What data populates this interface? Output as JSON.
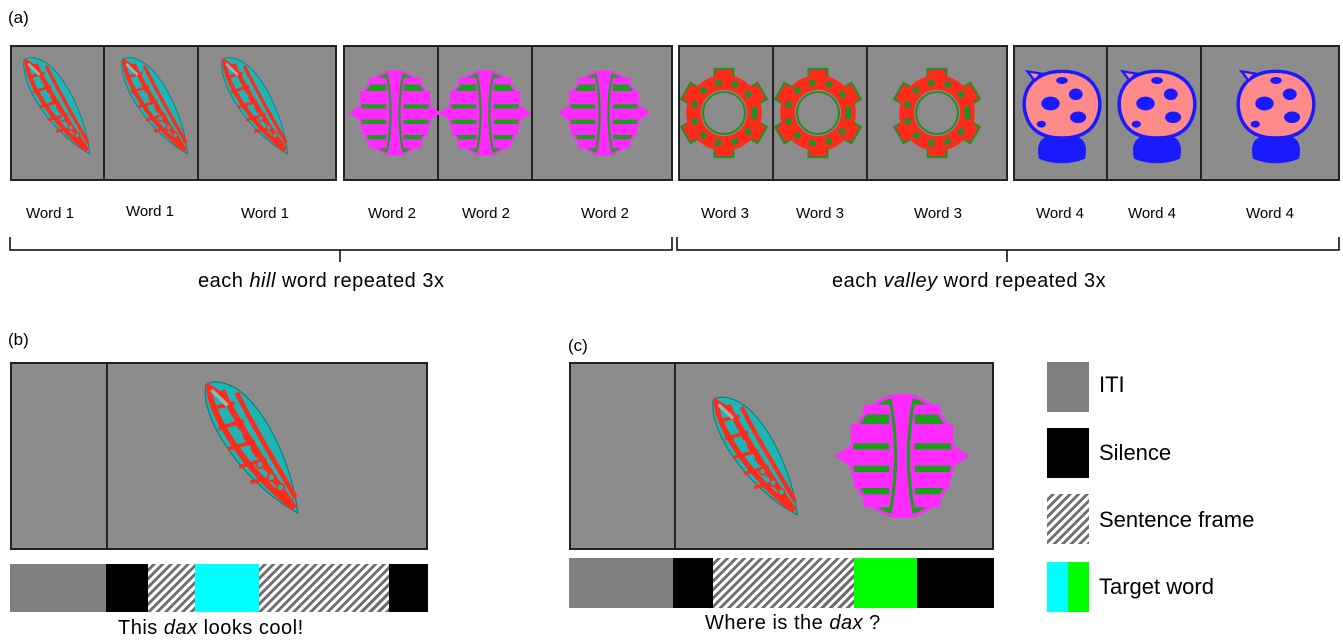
{
  "panels": {
    "a_label": "(a)",
    "b_label": "(b)",
    "c_label": "(c)"
  },
  "words": {
    "w1": "Word 1",
    "w2": "Word 2",
    "w3": "Word 3",
    "w4": "Word 4"
  },
  "groups": {
    "hill_pre": "each ",
    "hill_em": "hill",
    "hill_post": " word  repeated  3x",
    "valley_pre": "each ",
    "valley_em": "valley",
    "valley_post": " word  repeated  3x"
  },
  "captions": {
    "b_pre": "This ",
    "b_em": "dax",
    "b_post": " looks cool!",
    "c_pre": "Where  is the ",
    "c_em": "dax",
    "c_post": " ?"
  },
  "legend": {
    "iti": "ITI",
    "silence": "Silence",
    "sentence_frame": "Sentence frame",
    "target_word": "Target word"
  },
  "colors": {
    "background_gray": "#8c8c8c",
    "iti_gray": "#808080",
    "target_cyan": "#00ffff",
    "target_green": "#00ff00",
    "silence_black": "#000000"
  },
  "icons": {
    "object_1": "spiky-pod-object",
    "object_2": "striped-sphere-object",
    "object_3": "gear-ring-object",
    "object_4": "spotted-bulb-object"
  }
}
